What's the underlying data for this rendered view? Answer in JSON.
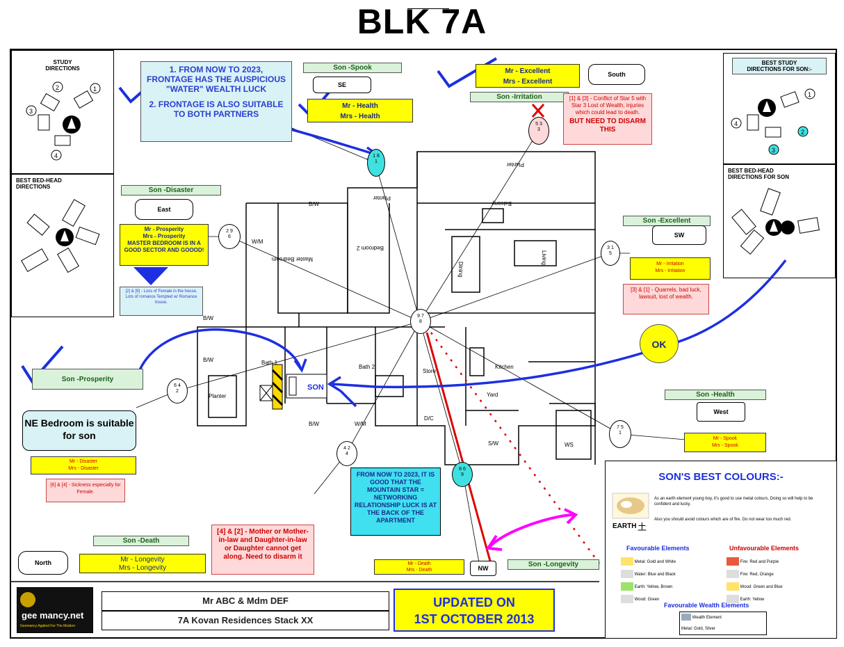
{
  "title": "BLK 7A",
  "study": {
    "title": "STUDY\nDIRECTIONS"
  },
  "bedhead": {
    "title": "BEST BED-HEAD\nDIRECTIONS"
  },
  "best_study_son": {
    "title": "BEST STUDY\nDIRECTIONS FOR SON:-"
  },
  "best_bedhead_son": {
    "title": "BEST BED-HEAD\nDIRECTIONS FOR SON"
  },
  "frontage_note": {
    "line1": "1. FROM NOW TO 2023, FRONTAGE HAS THE AUSPICIOUS \"WATER\" WEALTH LUCK",
    "line2": "2. FRONTAGE IS ALSO SUITABLE TO BOTH PARTNERS"
  },
  "se": {
    "tag": "Son -Spook",
    "dir": "SE",
    "mr": "Mr -   Health",
    "mrs": "Mrs -   Health"
  },
  "south": {
    "mr": "Mr -   Excellent",
    "mrs": "Mrs -   Excellent",
    "dir": "South",
    "tag": "Son -Irritation",
    "note1": "[1] & [3] - Conflict of Star 5 with Star 3 Lost of Wealth, injuries which could lead to death.",
    "note2": "BUT NEED TO DISARM THIS"
  },
  "east": {
    "tag": "Son -Disaster",
    "dir": "East",
    "mr": "Mr -    Prosperity",
    "mrs": "Mrs -    Prosperity",
    "note": "MASTER BEDROOM IS IN A GOOD SECTOR AND GOOOD!",
    "note2": "[2] & [9] - Loss of Female in the house, Lots of romance Tempted w/ Romance house."
  },
  "sw": {
    "tag": "Son -Excellent",
    "dir": "SW",
    "mr": "Mr - Irritation",
    "mrs": "Mrs - Irritation",
    "note": "[3] & [1] - Quarrels, bad luck, lawsuit, lost of wealth."
  },
  "west": {
    "tag": "Son -Health",
    "dir": "West",
    "mr": "Mr - Spook",
    "mrs": "Mrs - Spook"
  },
  "northeast": {
    "tag": "Son -Prosperity",
    "note": "NE Bedroom is suitable for son",
    "mr": "Mr - Disaster",
    "mrs": "Mrs - Disaster",
    "note2": "[6] & [4] - Sickness especially for Female."
  },
  "north": {
    "tag": "Son -Death",
    "dir": "North",
    "mr": "Mr -   Longevity",
    "mrs": "Mrs -   Longevity",
    "note": "[4] & [2] - Mother or Mother-in-law and Daughter-in-law or Daughter cannot get along. Need to disarm it"
  },
  "nw": {
    "mr": "Mr - Death",
    "mrs": "Mrs - Death",
    "dir": "NW",
    "tag": "Son -Longevity"
  },
  "mountain_note": "FROM NOW TO 2023, IT IS GOOD THAT THE MOUNTAIN STAR = NETWORKING RELATIONSHIP LUCK IS AT THE BACK OF THE APARTMENT",
  "ok": "OK",
  "son_label": "SON",
  "flying_stars": {
    "c_181": "1 8\n1",
    "c_533": "5 3\n3",
    "c_296": "2 9\n6",
    "c_315": "3 1\n5",
    "c_978": "9 7\n8",
    "c_642": "6 4\n2",
    "c_424": "4 2\n4",
    "c_869": "8 6\n9",
    "c_751": "7 5\n1"
  },
  "rooms": {
    "master": "Master Bedroom",
    "bed2": "Bedroom 2",
    "balcony": "Balcony",
    "planter": "Planter",
    "dining": "Dining",
    "living": "Living",
    "kitchen": "Kitchen",
    "bath1": "Bath 1",
    "bath2": "Bath 2",
    "store": "Store",
    "yard": "Yard",
    "bw": "B/W",
    "wm": "W/M",
    "dc": "D/C",
    "ws": "WS",
    "sw_room": "S/W"
  },
  "colours": {
    "title": "SON'S BEST COLOURS:-",
    "line1": "As an earth element young boy, it's good to use metal colours. Doing so will help to be confident and lucky.",
    "line2": "Also you should avoid colours which are of fire. Do not wear too much red.",
    "earth_label": "EARTH",
    "earth_char": "土",
    "fav_title": "Favourable Elements",
    "unfav_title": "Unfavourable Elements",
    "fav1": "Metal: Gold and White",
    "fav2": "Water: Blue and Black",
    "fav3": "Earth: Yellow, Brown",
    "fav4": "Wood: Green",
    "unfav1": "Fire: Red and Purple",
    "unfav2": "Fire: Red, Orange",
    "unfav3": "Wood: Green and Blue",
    "unfav4": "Earth: Yellow",
    "wealth_title": "Favourable Wealth Elements",
    "wealth1": "Wealth Element",
    "wealth2": "Metal: Gold, Silver"
  },
  "footer": {
    "logo": "gee mancy.net",
    "logo_sub": "Geomancy Applied For The Modern",
    "name": "Mr ABC & Mdm DEF",
    "address": "7A Kovan Residences Stack XX",
    "updated1": "UPDATED ON",
    "updated2": "1ST OCTOBER 2013"
  }
}
